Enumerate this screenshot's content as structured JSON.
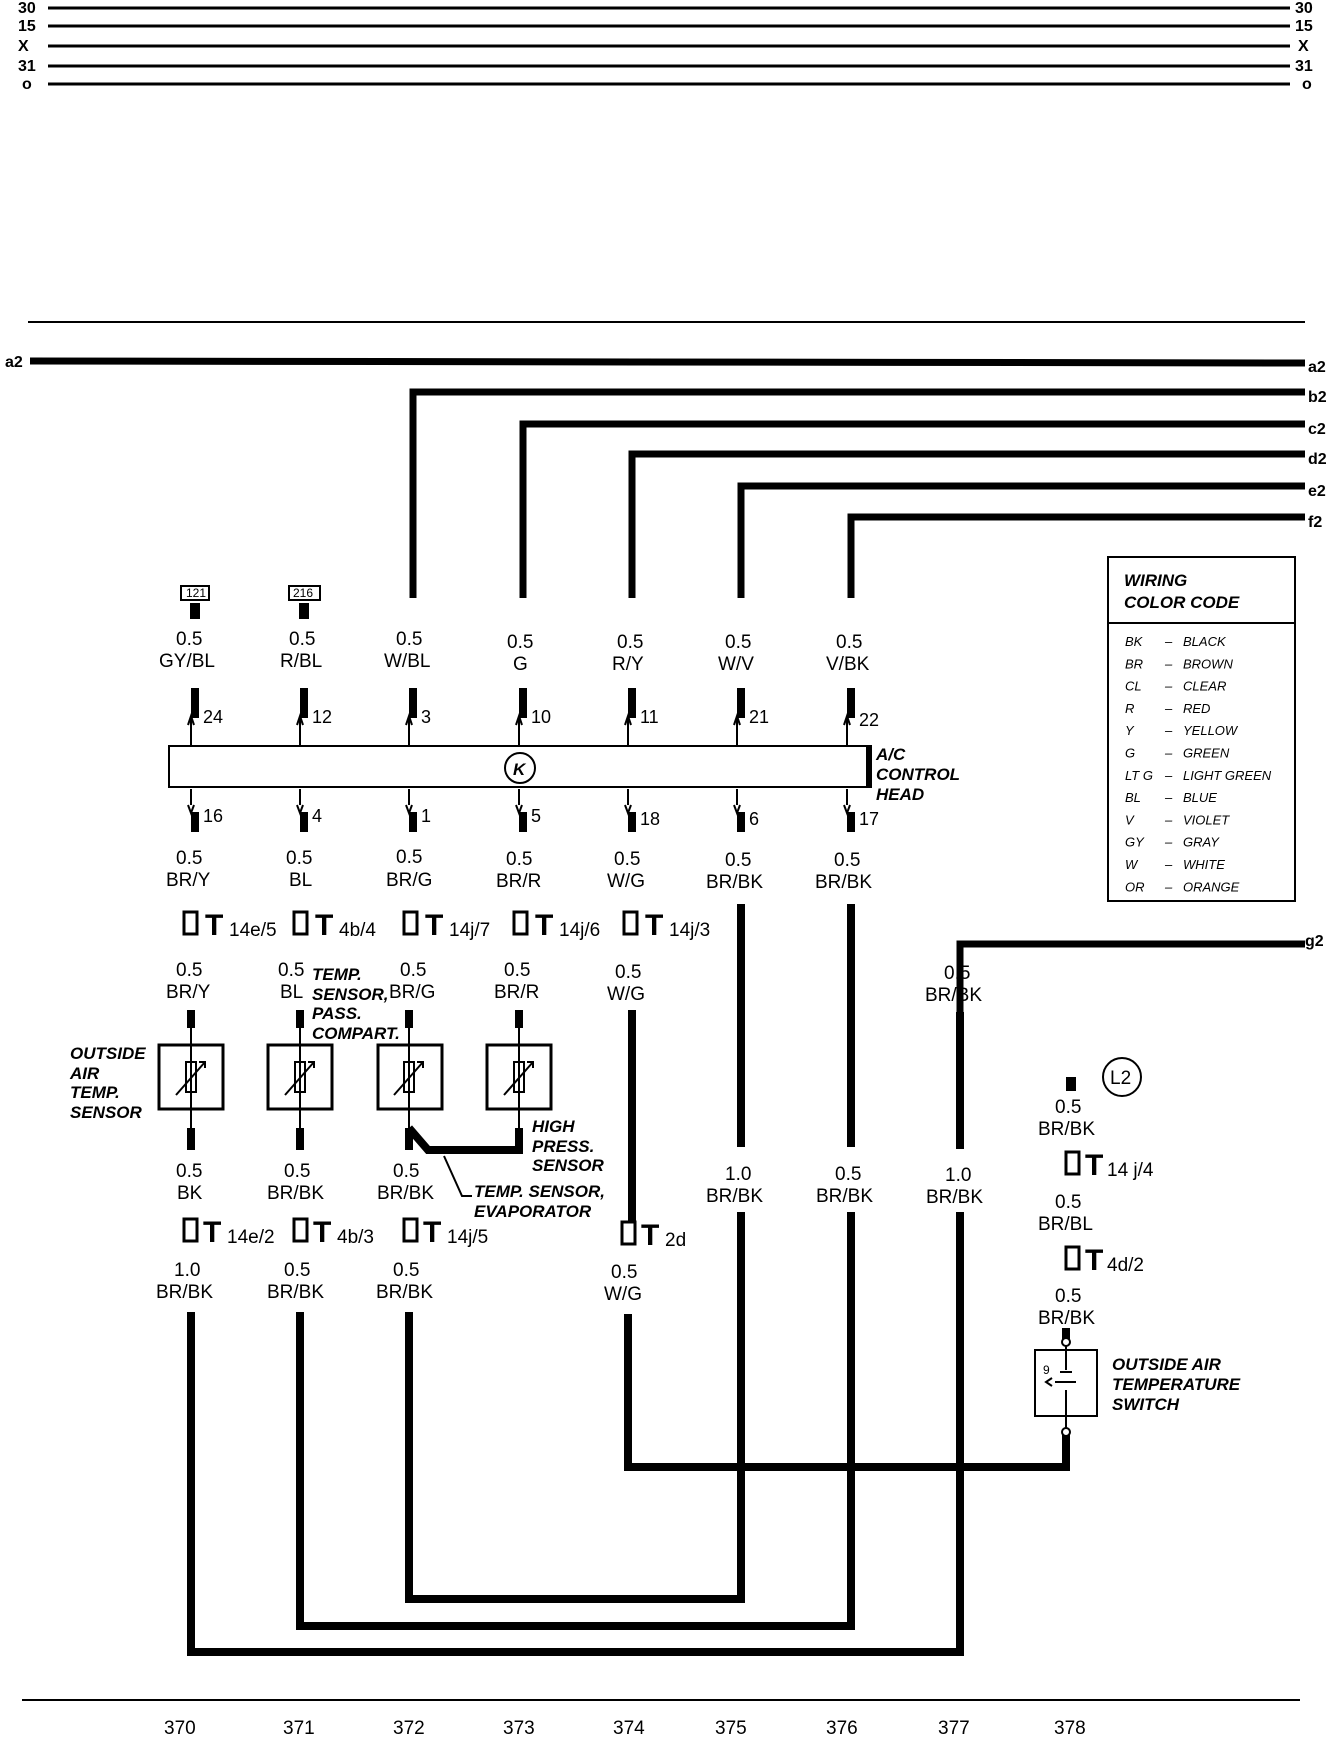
{
  "buses_top": [
    "30",
    "15",
    "X",
    "31",
    "o"
  ],
  "buses_right": [
    "a2",
    "b2",
    "c2",
    "d2",
    "e2",
    "f2",
    "g2"
  ],
  "connector_refs": [
    "121",
    "216"
  ],
  "control_head": {
    "label": [
      "A/C",
      "CONTROL",
      "HEAD"
    ],
    "symbol": "K",
    "top_pins": [
      "24",
      "12",
      "3",
      "10",
      "11",
      "21",
      "22"
    ],
    "bottom_pins": [
      "16",
      "4",
      "1",
      "5",
      "18",
      "6",
      "17"
    ]
  },
  "top_wires": [
    {
      "size": "0.5",
      "color": "GY/BL"
    },
    {
      "size": "0.5",
      "color": "R/BL"
    },
    {
      "size": "0.5",
      "color": "W/BL"
    },
    {
      "size": "0.5",
      "color": "G"
    },
    {
      "size": "0.5",
      "color": "R/Y"
    },
    {
      "size": "0.5",
      "color": "W/V"
    },
    {
      "size": "0.5",
      "color": "V/BK"
    }
  ],
  "mid_wires": [
    {
      "size": "0.5",
      "color": "BR/Y"
    },
    {
      "size": "0.5",
      "color": "BL"
    },
    {
      "size": "0.5",
      "color": "BR/G"
    },
    {
      "size": "0.5",
      "color": "BR/R"
    },
    {
      "size": "0.5",
      "color": "W/G"
    },
    {
      "size": "0.5",
      "color": "BR/BK"
    },
    {
      "size": "0.5",
      "color": "BR/BK"
    }
  ],
  "terminals_row1": [
    {
      "main": "T",
      "sub": "14e/5"
    },
    {
      "main": "T",
      "sub": "4b/4"
    },
    {
      "main": "T",
      "sub": "14j/7"
    },
    {
      "main": "T",
      "sub": "14j/6"
    },
    {
      "main": "T",
      "sub": "14j/3"
    }
  ],
  "lower_wires1": [
    {
      "size": "0.5",
      "color": "BR/Y"
    },
    {
      "size": "0.5",
      "color": "BL"
    },
    {
      "size": "0.5",
      "color": "BR/G"
    },
    {
      "size": "0.5",
      "color": "BR/R"
    },
    {
      "size": "0.5",
      "color": "W/G"
    },
    {
      "size": "0.5",
      "color": "BR/BK"
    }
  ],
  "component_labels": {
    "outside_air": [
      "OUTSIDE",
      "AIR",
      "TEMP.",
      "SENSOR"
    ],
    "pass_compart": [
      "TEMP.",
      "SENSOR,",
      "PASS.",
      "COMPART."
    ],
    "high_press": [
      "HIGH",
      "PRESS.",
      "SENSOR"
    ],
    "evaporator": [
      "TEMP. SENSOR,",
      "EVAPORATOR"
    ],
    "switch": [
      "OUTSIDE AIR",
      "TEMPERATURE",
      "SWITCH"
    ]
  },
  "sensor_wires_below": [
    {
      "size": "0.5",
      "color": "BK"
    },
    {
      "size": "0.5",
      "color": "BR/BK"
    },
    {
      "size": "0.5",
      "color": "BR/BK"
    },
    {
      "size": "1.0",
      "color": "BR/BK"
    },
    {
      "size": "0.5",
      "color": "BR/BK"
    },
    {
      "size": "1.0",
      "color": "BR/BK"
    }
  ],
  "terminals_row2": [
    {
      "main": "T",
      "sub": "14e/2"
    },
    {
      "main": "T",
      "sub": "4b/3"
    },
    {
      "main": "T",
      "sub": "14j/5"
    },
    {
      "main": "T",
      "sub": "2d"
    }
  ],
  "bottom_wires": [
    {
      "size": "1.0",
      "color": "BR/BK"
    },
    {
      "size": "0.5",
      "color": "BR/BK"
    },
    {
      "size": "0.5",
      "color": "BR/BK"
    },
    {
      "size": "0.5",
      "color": "W/G"
    }
  ],
  "switch_branch": {
    "ref": "L2",
    "wires": [
      {
        "size": "0.5",
        "color": "BR/BK"
      },
      {
        "size": "0.5",
        "color": "BR/BL"
      },
      {
        "size": "0.5",
        "color": "BR/BK"
      }
    ],
    "terminals": [
      {
        "main": "T",
        "sub": "14 j/4"
      },
      {
        "main": "T",
        "sub": "4d/2"
      }
    ],
    "switch_symbol": "9"
  },
  "legend": {
    "title": [
      "WIRING",
      "COLOR CODE"
    ],
    "entries": [
      {
        "code": "BK",
        "name": "BLACK"
      },
      {
        "code": "BR",
        "name": "BROWN"
      },
      {
        "code": "CL",
        "name": "CLEAR"
      },
      {
        "code": "R",
        "name": "RED"
      },
      {
        "code": "Y",
        "name": "YELLOW"
      },
      {
        "code": "G",
        "name": "GREEN"
      },
      {
        "code": "LT G",
        "name": "LIGHT GREEN"
      },
      {
        "code": "BL",
        "name": "BLUE"
      },
      {
        "code": "V",
        "name": "VIOLET"
      },
      {
        "code": "GY",
        "name": "GRAY"
      },
      {
        "code": "W",
        "name": "WHITE"
      },
      {
        "code": "OR",
        "name": "ORANGE"
      }
    ]
  },
  "columns": [
    "370",
    "371",
    "372",
    "373",
    "374",
    "375",
    "376",
    "377",
    "378"
  ]
}
